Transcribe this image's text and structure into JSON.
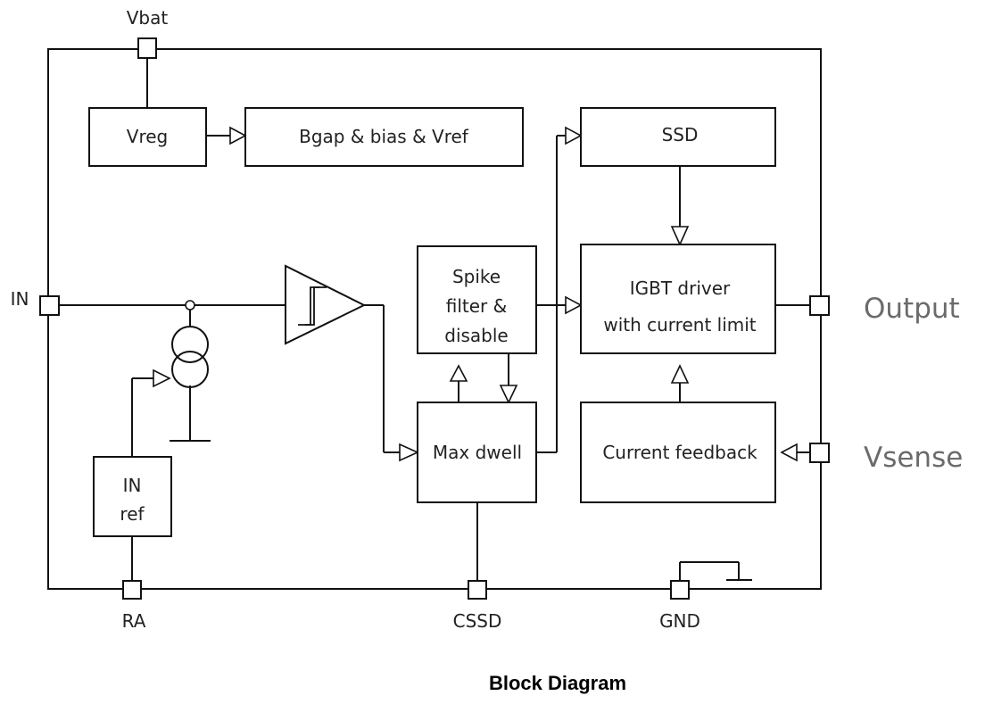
{
  "blocks": {
    "vreg": "Vreg",
    "bgap": "Bgap & bias & Vref",
    "ssd": "SSD",
    "spike_line1": "Spike",
    "spike_line2": "filter &",
    "spike_line3": "disable",
    "igbt_line1": "IGBT driver",
    "igbt_line2": "with current limit",
    "max_dwell": "Max dwell",
    "current_feedback": "Current feedback",
    "in_ref_line1": "IN",
    "in_ref_line2": "ref"
  },
  "pins": {
    "vbat": "Vbat",
    "in": "IN",
    "ra": "RA",
    "cssd": "CSSD",
    "gnd": "GND",
    "output": "Output",
    "vsense": "Vsense"
  },
  "caption": "Block Diagram"
}
